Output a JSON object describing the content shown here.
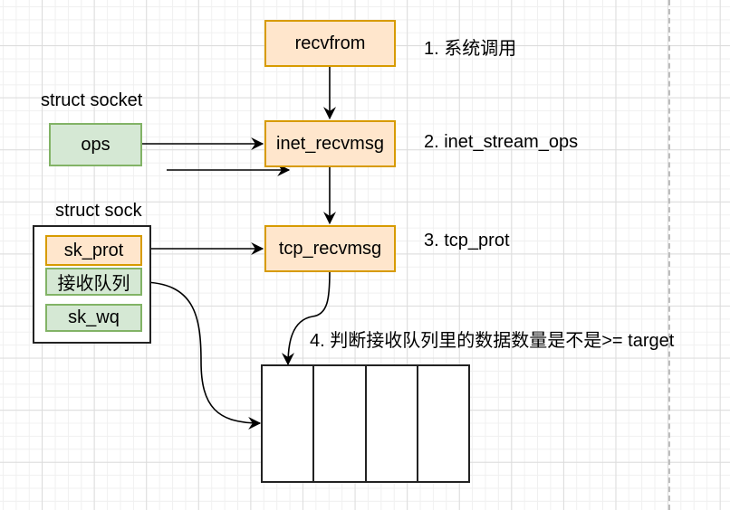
{
  "colors": {
    "function_fill": "#ffe6cc",
    "function_stroke": "#d79b00",
    "field_fill": "#d5e8d4",
    "field_stroke": "#82b366",
    "edge": "#000000"
  },
  "nodes": {
    "recvfrom": "recvfrom",
    "inet_recvmsg": "inet_recvmsg",
    "tcp_recvmsg": "tcp_recvmsg"
  },
  "struct_socket": {
    "title": "struct socket",
    "fields": [
      "ops"
    ]
  },
  "struct_sock": {
    "title": "struct sock",
    "fields": [
      "sk_prot",
      "接收队列",
      "sk_wq"
    ]
  },
  "steps": [
    "1. 系统调用",
    "2. inet_stream_ops",
    "3. tcp_prot",
    "4. 判断接收队列里的数据数量是不是>= target"
  ],
  "queue": {
    "cells": 4
  }
}
